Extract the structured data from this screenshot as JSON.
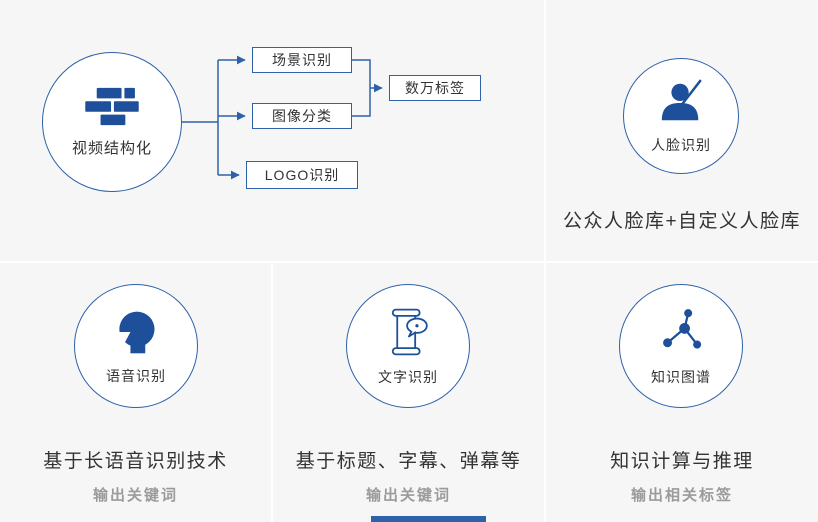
{
  "colors": {
    "accent": "#2e62a8",
    "icon": "#1d4f9b",
    "text": "#333333",
    "muted": "#9b9b9b",
    "panel_bg": "#f6f6f7",
    "divider": "#ffffff"
  },
  "video_pipeline": {
    "root_label": "视频结构化",
    "branches": [
      {
        "label": "场景识别"
      },
      {
        "label": "图像分类"
      },
      {
        "label": "LOGO识别"
      }
    ],
    "output_label": "数万标签"
  },
  "face_recognition": {
    "label": "人脸识别",
    "caption": "公众人脸库+自定义人脸库"
  },
  "speech_recognition": {
    "label": "语音识别",
    "caption": "基于长语音识别技术",
    "note": "输出关键词"
  },
  "text_recognition": {
    "label": "文字识别",
    "caption": "基于标题、字幕、弹幕等",
    "note": "输出关键词"
  },
  "knowledge_graph": {
    "label": "知识图谱",
    "caption": "知识计算与推理",
    "note": "输出相关标签"
  },
  "icons": {
    "video": "video-structure-icon",
    "face": "face-scan-icon",
    "speech": "head-profile-icon",
    "text": "scroll-speech-bubble-icon",
    "graph": "network-graph-icon"
  }
}
